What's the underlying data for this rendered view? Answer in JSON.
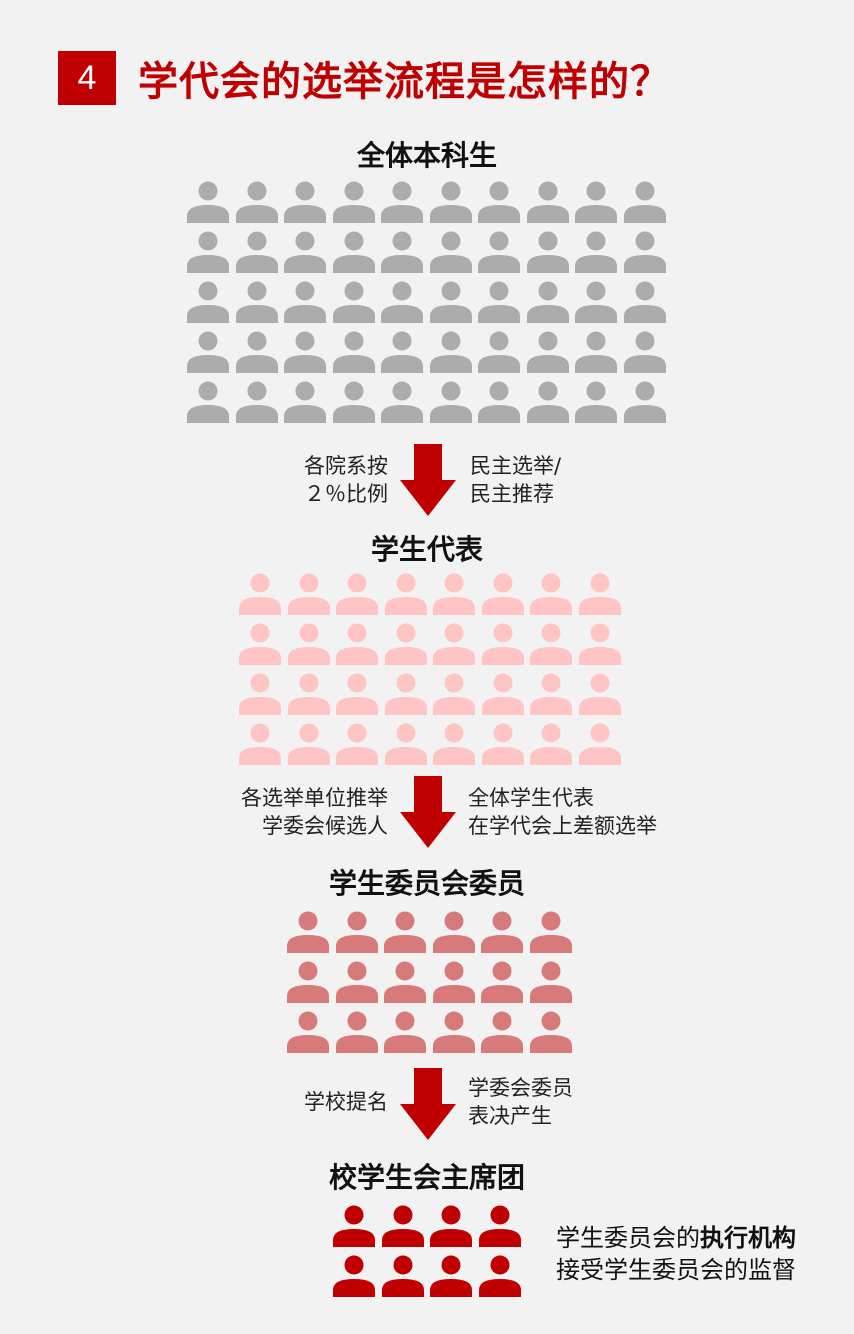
{
  "header": {
    "number": "4",
    "title": "学代会的选举流程是怎样的？"
  },
  "levels": [
    {
      "title": "全体本科生",
      "rows": 5,
      "cols": 10,
      "color": "#acacac"
    },
    {
      "title": "学生代表",
      "rows": 4,
      "cols": 8,
      "color": "#ffc4c4"
    },
    {
      "title": "学生委员会委员",
      "rows": 3,
      "cols": 6,
      "color": "#d67a7a"
    },
    {
      "title": "校学生会主席团",
      "rows": 2,
      "cols": 4,
      "color": "#c00000"
    }
  ],
  "steps": [
    {
      "left": [
        "各院系按",
        "２％比例"
      ],
      "right": [
        "民主选举/",
        "民主推荐"
      ]
    },
    {
      "left": [
        "各选举单位推举",
        "学委会候选人"
      ],
      "right": [
        "全体学生代表",
        "在学代会上差额选举"
      ]
    },
    {
      "left": [
        "学校提名"
      ],
      "right": [
        "学委会委员",
        "表决产生"
      ]
    }
  ],
  "arrow_color": "#c00000",
  "note": {
    "line1_prefix": "学生委员会的",
    "line1_bold": "执行机构",
    "line2": "接受学生委员会的监督"
  }
}
